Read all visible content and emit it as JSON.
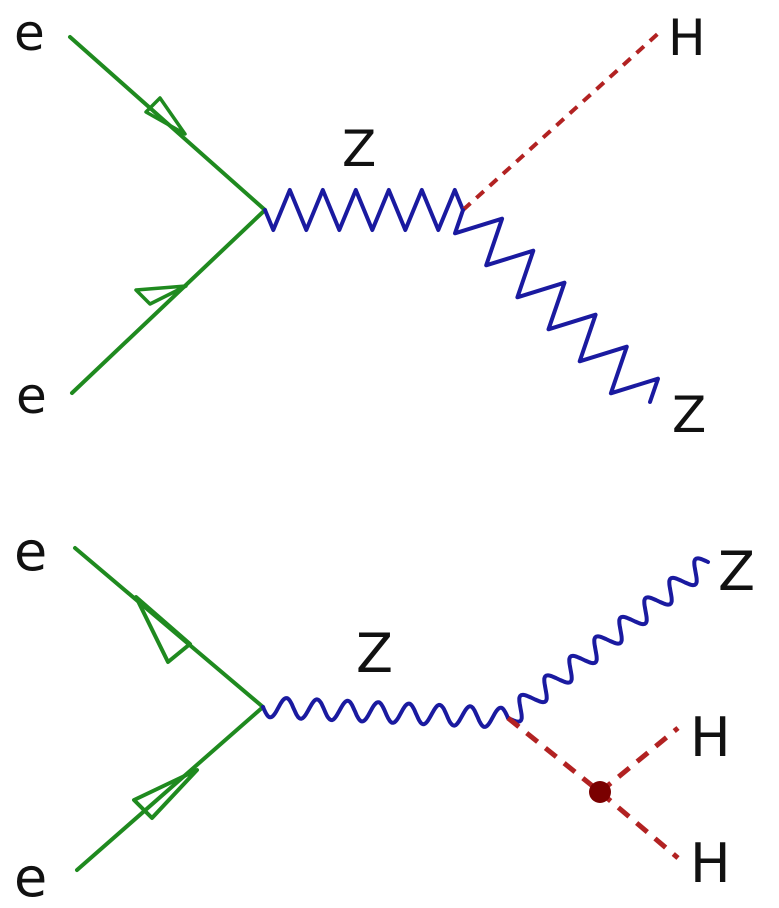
{
  "diagrams": [
    {
      "labels": {
        "electron_in_top": "e",
        "electron_in_bottom": "e",
        "propagator": "Z",
        "out_higgs": "H",
        "out_z": "Z"
      }
    },
    {
      "labels": {
        "electron_in_top": "e",
        "electron_in_bottom": "e",
        "propagator": "Z",
        "out_z": "Z",
        "out_higgs_top": "H",
        "out_higgs_bottom": "H"
      }
    }
  ],
  "colors": {
    "fermion": "#1f8a1f",
    "boson": "#1a1aa0",
    "higgs": "#b22222",
    "vertex_fill": "#7a0000",
    "text": "#111111"
  }
}
